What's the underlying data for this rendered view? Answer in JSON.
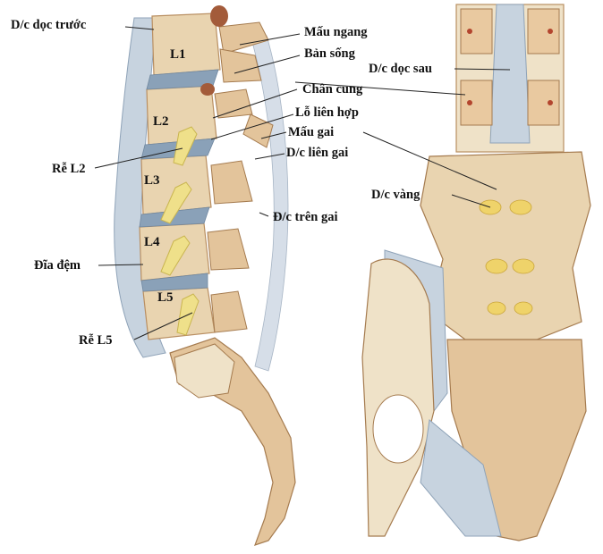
{
  "labels": {
    "doc_truoc": "D/c dọc trước",
    "mau_ngang": "Mấu ngang",
    "ban_song": "Bản sống",
    "chan_cung": "Chân cung",
    "lo_lien_hop": "Lỗ liên hợp",
    "mau_gai": "Mấu gai",
    "dc_lien_gai": "D/c liên gai",
    "re_l2": "Rễ L2",
    "dc_tren_gai": "Đ/c trên gai",
    "dia_dem": "Đĩa đệm",
    "re_l5": "Rễ L5",
    "dc_doc_sau": "D/c dọc sau",
    "dc_vang": "D/c vàng"
  },
  "levels": {
    "l1": "L1",
    "l2": "L2",
    "l3": "L3",
    "l4": "L4",
    "l5": "L5"
  },
  "colors": {
    "bone": "#e9d4b0",
    "bone_dark": "#b98f62",
    "ligament": "#c7d3df",
    "ligament_dark": "#8fa3b8",
    "nerve": "#efe08a",
    "disc": "#8aa1b8",
    "marrow": "#a35b3a"
  }
}
